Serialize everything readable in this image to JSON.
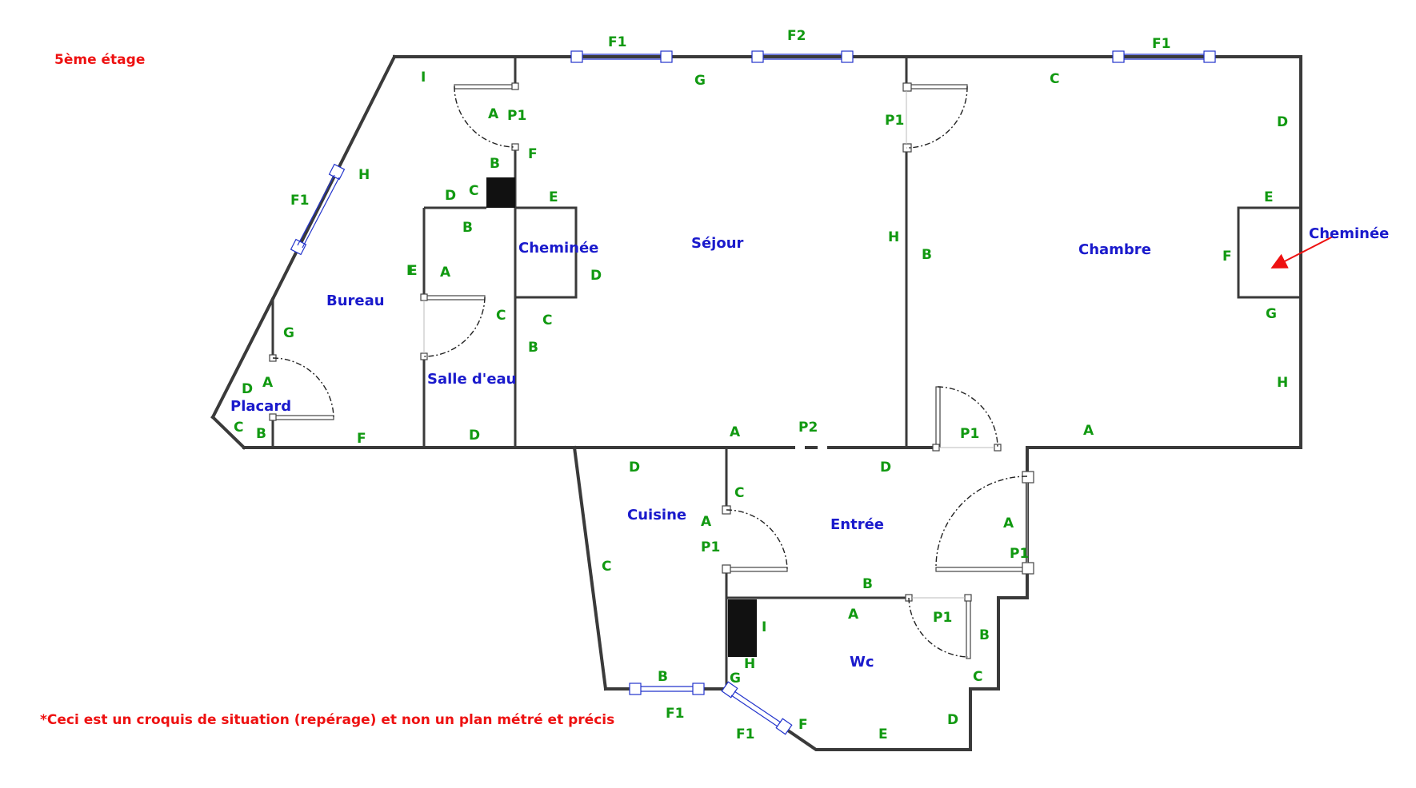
{
  "floor_label": "5ème étage",
  "disclaimer": "*Ceci est un croquis de situation (repérage) et non un plan métré et précis",
  "rooms": {
    "bureau": "Bureau",
    "placard": "Placard",
    "salle_eau": "Salle d'eau",
    "cheminee_sejour": "Cheminée",
    "sejour": "Séjour",
    "chambre": "Chambre",
    "cheminee_chambre": "Cheminée",
    "cuisine": "Cuisine",
    "entree": "Entrée",
    "wc": "Wc"
  },
  "openings": {
    "window_f1": "F1",
    "window_f2": "F2",
    "door_p1": "P1",
    "door_p2": "P2"
  },
  "walls": {
    "bureau": [
      "I",
      "A",
      "B",
      "C",
      "D",
      "E",
      "F",
      "G",
      "H"
    ],
    "placard": [
      "A",
      "B",
      "C",
      "D"
    ],
    "salle_eau": [
      "A",
      "B",
      "C",
      "D",
      "E"
    ],
    "sejour": [
      "A",
      "B",
      "C",
      "D",
      "E",
      "F",
      "G",
      "H"
    ],
    "chambre": [
      "A",
      "B",
      "C",
      "D",
      "E",
      "F",
      "G",
      "H"
    ],
    "cuisine": [
      "A",
      "B",
      "C",
      "D"
    ],
    "entree": [
      "A",
      "B",
      "C",
      "D"
    ],
    "wc": [
      "A",
      "B",
      "C",
      "D",
      "E",
      "F",
      "G",
      "H",
      "I"
    ]
  },
  "colors": {
    "wall_labels": "#119911",
    "room_labels": "#1a1acc",
    "notes": "#ee1111",
    "windows": "#2233cc",
    "walls": "#3a3a3a"
  }
}
